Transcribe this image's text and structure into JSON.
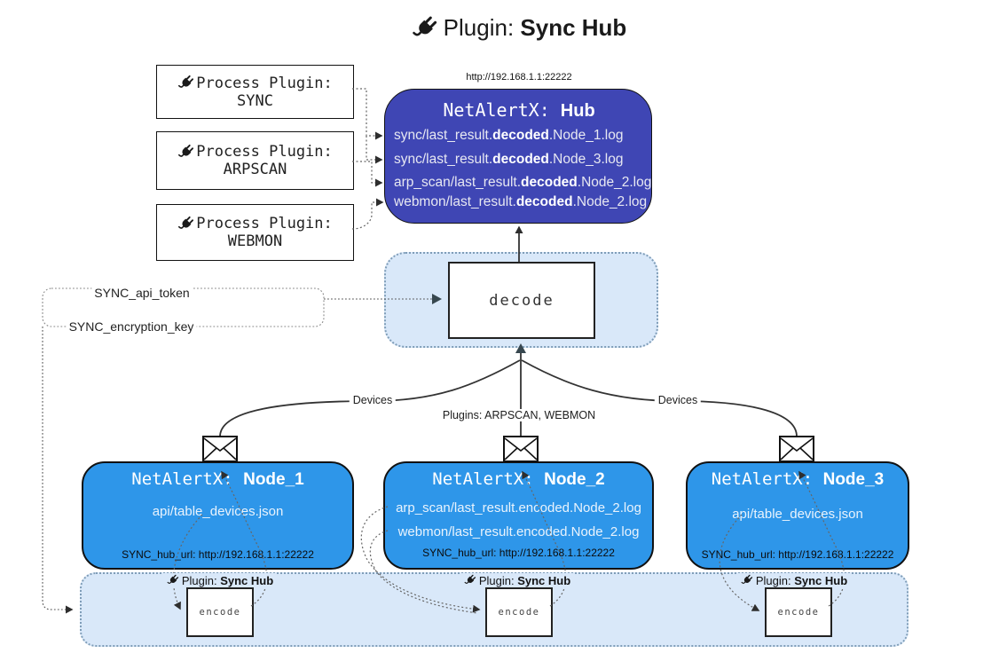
{
  "title": {
    "prefix": "Plugin:",
    "name": "Sync Hub"
  },
  "hub": {
    "url": "http://192.168.1.1:22222",
    "title_prefix": "NetAlertX:",
    "title_name": "Hub",
    "rows": [
      {
        "pre": "sync/last_result.",
        "bold": "decoded",
        "post": ".Node_1.log"
      },
      {
        "pre": "sync/last_result.",
        "bold": "decoded",
        "post": ".Node_3.log"
      },
      {
        "pre": "arp_scan/last_result.",
        "bold": "decoded",
        "post": ".Node_2.log"
      },
      {
        "pre": "webmon/last_result.",
        "bold": "decoded",
        "post": ".Node_2.log"
      }
    ]
  },
  "process_plugins": [
    {
      "line1": "Process Plugin:",
      "name": "SYNC"
    },
    {
      "line1": "Process Plugin:",
      "name": "ARPSCAN"
    },
    {
      "line1": "Process Plugin:",
      "name": "WEBMON"
    }
  ],
  "decode": {
    "label": "decode"
  },
  "tokens": {
    "api_token": "SYNC_api_token",
    "encryption_key": "SYNC_encryption_key"
  },
  "edges": {
    "devices_left": "Devices",
    "devices_right": "Devices",
    "plugins_mid": "Plugins: ARPSCAN, WEBMON"
  },
  "nodes": [
    {
      "title_prefix": "NetAlertX:",
      "title_name": "Node_1",
      "rows": [
        "api/table_devices.json"
      ],
      "hub_url": "SYNC_hub_url: http://192.168.1.1:22222"
    },
    {
      "title_prefix": "NetAlertX:",
      "title_name": "Node_2",
      "rows": [
        "arp_scan/last_result.encoded.Node_2.log",
        "webmon/last_result.encoded.Node_2.log"
      ],
      "hub_url": "SYNC_hub_url: http://192.168.1.1:22222"
    },
    {
      "title_prefix": "NetAlertX:",
      "title_name": "Node_3",
      "rows": [
        "api/table_devices.json"
      ],
      "hub_url": "SYNC_hub_url: http://192.168.1.1:22222"
    }
  ],
  "band": {
    "plugin_prefix": "Plugin:",
    "plugin_name": "Sync Hub",
    "encode_label": "encode"
  },
  "colors": {
    "hub_fill": "#3f46b4",
    "node_fill": "#2e96e9",
    "band_fill": "#d9e8f9",
    "band_border": "#7f9db8",
    "line": "#333333",
    "dotted": "#666666",
    "arrow_dark": "#37474f"
  }
}
